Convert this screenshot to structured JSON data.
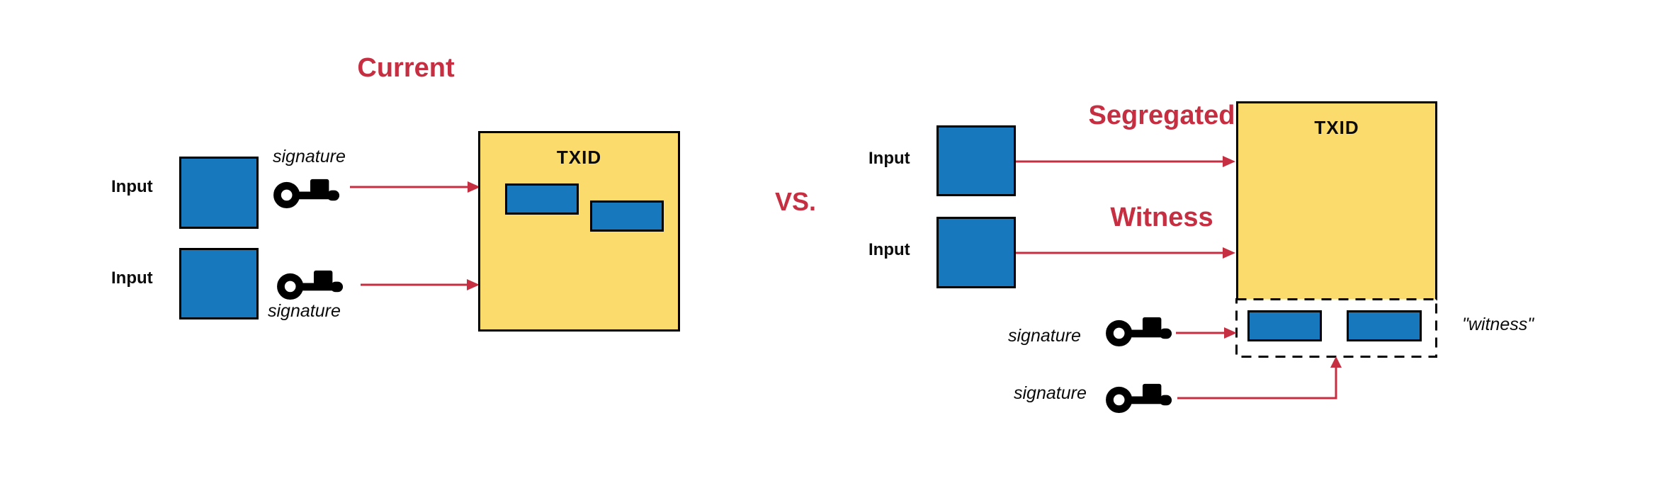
{
  "colors": {
    "blue": "#1878BE",
    "yellow": "#FBDB6B",
    "red": "#C62F41",
    "ink": "#000000",
    "background": "#FFFFFF"
  },
  "left_diagram": {
    "title": "Current",
    "txid_label": "TXID",
    "inputs": [
      {
        "label": "Input",
        "signature_label": "signature"
      },
      {
        "label": "Input",
        "signature_label": "signature"
      }
    ]
  },
  "vs_label": "VS.",
  "right_diagram": {
    "title_line1": "Segregated",
    "title_line2": "Witness",
    "txid_label": "TXID",
    "witness_label": "\"witness\"",
    "inputs": [
      {
        "label": "Input"
      },
      {
        "label": "Input"
      }
    ],
    "signatures": [
      {
        "label": "signature"
      },
      {
        "label": "signature"
      }
    ]
  }
}
